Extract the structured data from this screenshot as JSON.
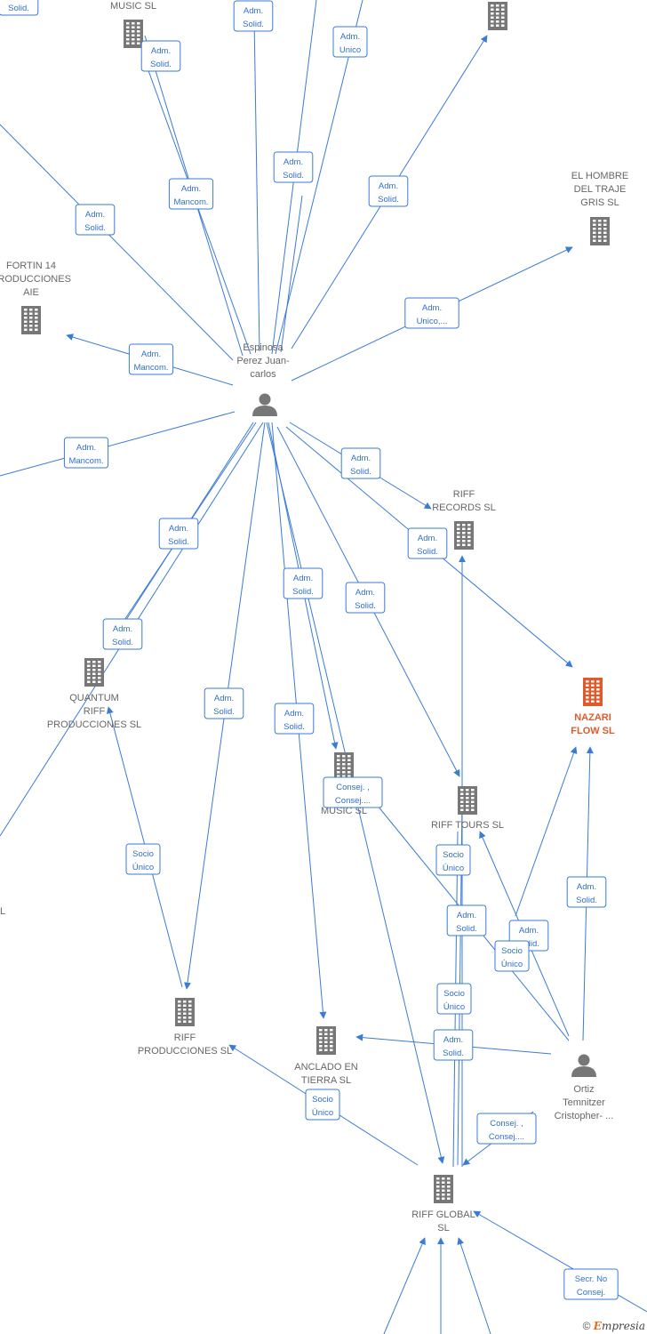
{
  "nodes": [
    {
      "id": "music_top",
      "type": "company",
      "lines": [
        "MUSIC  SL"
      ]
    },
    {
      "id": "top_right",
      "type": "company",
      "lines": []
    },
    {
      "id": "hombre",
      "type": "company",
      "lines": [
        "EL HOMBRE",
        "DEL TRAJE",
        "GRIS  SL"
      ]
    },
    {
      "id": "fortin",
      "type": "company",
      "lines": [
        "FORTIN 14",
        "PRODUCCIONES",
        "AIE"
      ]
    },
    {
      "id": "espinosa",
      "type": "person",
      "lines": [
        "Espinosa",
        "Perez Juan-",
        "carlos"
      ]
    },
    {
      "id": "riff_records",
      "type": "company",
      "lines": [
        "RIFF",
        "RECORDS  SL"
      ]
    },
    {
      "id": "nazari",
      "type": "company",
      "highlight": true,
      "lines": [
        "NAZARI",
        "FLOW  SL"
      ]
    },
    {
      "id": "quantum",
      "type": "company",
      "lines": [
        "QUANTUM",
        "RIFF",
        "PRODUCCIONES SL"
      ]
    },
    {
      "id": "music_mid",
      "type": "company",
      "lines": [
        "H",
        "MUSIC  SL"
      ]
    },
    {
      "id": "riff_tours",
      "type": "company",
      "lines": [
        "RIFF TOURS  SL"
      ]
    },
    {
      "id": "left_edge",
      "type": "label",
      "lines": [
        "L"
      ]
    },
    {
      "id": "riff_prod",
      "type": "company",
      "lines": [
        "RIFF",
        "PRODUCCIONES SL"
      ]
    },
    {
      "id": "anclado",
      "type": "company",
      "lines": [
        "ANCLADO EN",
        "TIERRA  SL"
      ]
    },
    {
      "id": "ortiz",
      "type": "person",
      "lines": [
        "Ortiz",
        "Temnitzer",
        "Cristopher- ..."
      ]
    },
    {
      "id": "riff_global",
      "type": "company",
      "lines": [
        "RIFF GLOBAL",
        "SL"
      ]
    }
  ],
  "edges": [
    {
      "id": "e1",
      "lines": [
        "Adm.",
        "Solid."
      ]
    },
    {
      "id": "e2",
      "lines": [
        "Adm.",
        "Solid."
      ]
    },
    {
      "id": "e3",
      "lines": [
        "Adm.",
        "Unico"
      ]
    },
    {
      "id": "e4",
      "lines": [
        "Adm.",
        "Solid."
      ]
    },
    {
      "id": "e5",
      "lines": [
        "Adm.",
        "Mancom."
      ]
    },
    {
      "id": "e6",
      "lines": [
        "Adm.",
        "Solid."
      ]
    },
    {
      "id": "e7",
      "lines": [
        "Adm.",
        "Solid."
      ]
    },
    {
      "id": "e8",
      "lines": [
        "Adm.",
        "Solid."
      ]
    },
    {
      "id": "e9",
      "lines": [
        "Adm.",
        "Unico,..."
      ]
    },
    {
      "id": "e10",
      "lines": [
        "Adm.",
        "Mancom."
      ]
    },
    {
      "id": "e11",
      "lines": [
        "Adm.",
        "Mancom."
      ]
    },
    {
      "id": "e12",
      "lines": [
        "Adm.",
        "Solid."
      ]
    },
    {
      "id": "e13",
      "lines": [
        "Adm.",
        "Solid."
      ]
    },
    {
      "id": "e14",
      "lines": [
        "Adm.",
        "Solid."
      ]
    },
    {
      "id": "e15",
      "lines": [
        "Adm.",
        "Solid."
      ]
    },
    {
      "id": "e16",
      "lines": [
        "Adm.",
        "Solid."
      ]
    },
    {
      "id": "e17",
      "lines": [
        "Adm.",
        "Solid."
      ]
    },
    {
      "id": "e18",
      "lines": [
        "Adm.",
        "Solid."
      ]
    },
    {
      "id": "e19",
      "lines": [
        "Adm.",
        "Solid."
      ]
    },
    {
      "id": "e20",
      "lines": [
        "Consej. ,",
        "Consej...."
      ]
    },
    {
      "id": "e21",
      "lines": [
        "Socio",
        "Único"
      ]
    },
    {
      "id": "e22",
      "lines": [
        "Socio",
        "Único"
      ]
    },
    {
      "id": "e23",
      "lines": [
        "Adm.",
        "Solid."
      ]
    },
    {
      "id": "e24",
      "lines": [
        "Adm.",
        "Solid."
      ]
    },
    {
      "id": "e25",
      "lines": [
        "Adm.",
        "Solid."
      ]
    },
    {
      "id": "e26",
      "lines": [
        "Socio",
        "Único"
      ]
    },
    {
      "id": "e27",
      "lines": [
        "Socio",
        "Único"
      ]
    },
    {
      "id": "e28",
      "lines": [
        "Adm.",
        "Solid."
      ]
    },
    {
      "id": "e29",
      "lines": [
        "Socio",
        "Único"
      ]
    },
    {
      "id": "e30",
      "lines": [
        "Consej. ,",
        "Consej...."
      ]
    },
    {
      "id": "e31",
      "lines": [
        "Secr.  No",
        "Consej."
      ]
    }
  ],
  "footer": {
    "copyright": "©",
    "brand_initial": "E",
    "brand_rest": "mpresia"
  },
  "colors": {
    "edge": "#3a7bd5",
    "node": "#777777",
    "highlight": "#e05a2b"
  }
}
